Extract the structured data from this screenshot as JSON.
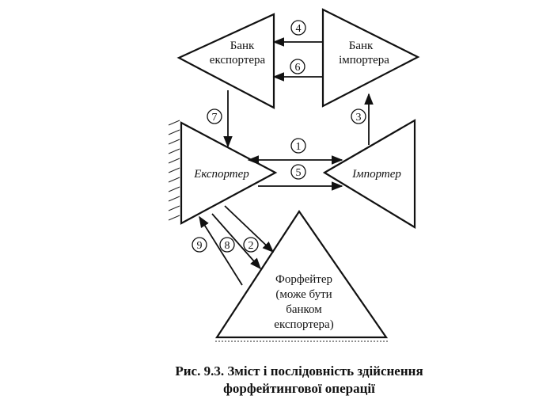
{
  "nodes": {
    "bank_exporter": [
      "Банк",
      "експортера"
    ],
    "bank_importer": [
      "Банк",
      "імпортера"
    ],
    "exporter": "Експортер",
    "importer": "Імпортер",
    "forfaiter": [
      "Форфейтер",
      "(може бути",
      "банком",
      "експортера)"
    ]
  },
  "steps": [
    "1",
    "2",
    "3",
    "4",
    "5",
    "6",
    "7",
    "8",
    "9"
  ],
  "caption": [
    "Рис. 9.3. Зміст і послідовність здійснення",
    "форфейтингової операції"
  ]
}
